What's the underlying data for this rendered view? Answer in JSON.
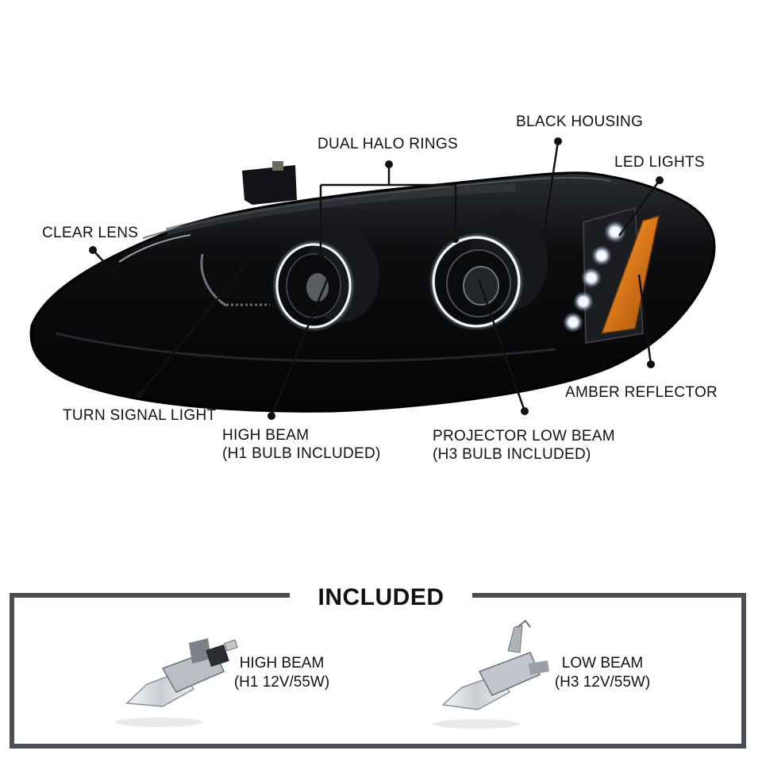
{
  "callouts": {
    "dual_halo_rings": "DUAL HALO RINGS",
    "black_housing": "BLACK HOUSING",
    "led_lights": "LED LIGHTS",
    "clear_lens": "CLEAR LENS",
    "amber_reflector": "AMBER REFLECTOR",
    "turn_signal_light": "TURN SIGNAL LIGHT",
    "high_beam": "HIGH BEAM",
    "high_beam_note": "(H1 BULB INCLUDED)",
    "projector_low_beam": "PROJECTOR LOW BEAM",
    "projector_low_beam_note": "(H3 BULB INCLUDED)"
  },
  "included": {
    "title": "INCLUDED",
    "items": [
      {
        "name": "HIGH BEAM",
        "spec": "(H1 12V/55W)",
        "icon": "h1-bulb-icon"
      },
      {
        "name": "LOW BEAM",
        "spec": "(H3 12V/55W)",
        "icon": "h3-bulb-icon"
      }
    ]
  },
  "colors": {
    "housing": "#0b0c0e",
    "amber": "#e08a1e",
    "frame": "#4a4f55",
    "halo": "#e8f2ff"
  }
}
